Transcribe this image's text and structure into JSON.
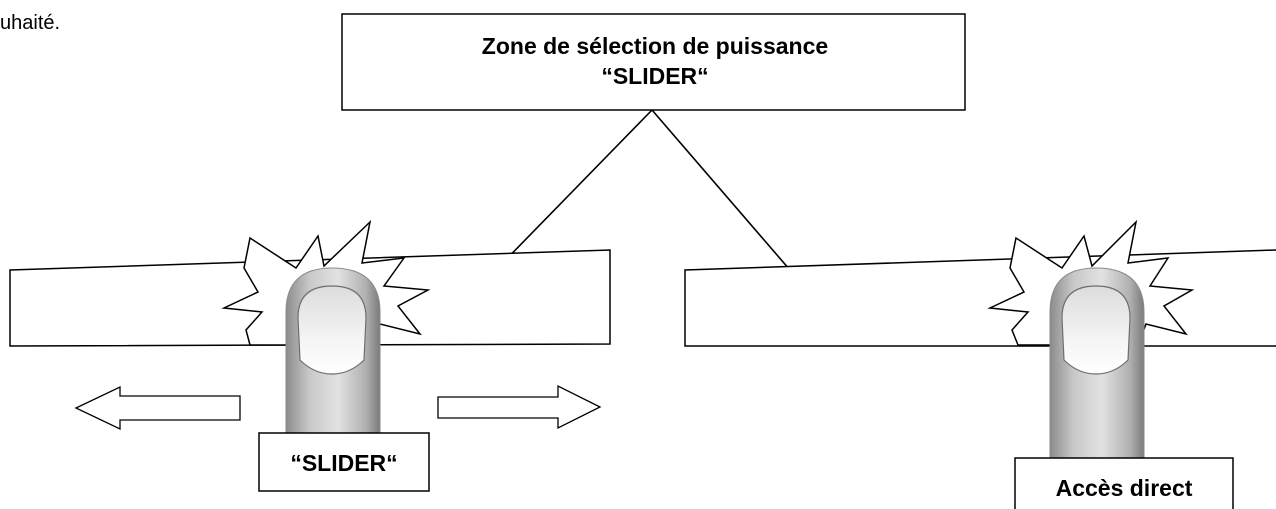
{
  "intro_fragment": "uhaité.",
  "callout": {
    "line1": "Zone de sélection de puissance",
    "line2": "“SLIDER“"
  },
  "slider_label": "“SLIDER“",
  "direct_access_label": "Accès direct",
  "colors": {
    "ink": "#000000",
    "finger_light": "#e6e6e6",
    "finger_mid": "#b3b3b3",
    "finger_dark": "#808080",
    "nail": "#f2f2f2"
  }
}
